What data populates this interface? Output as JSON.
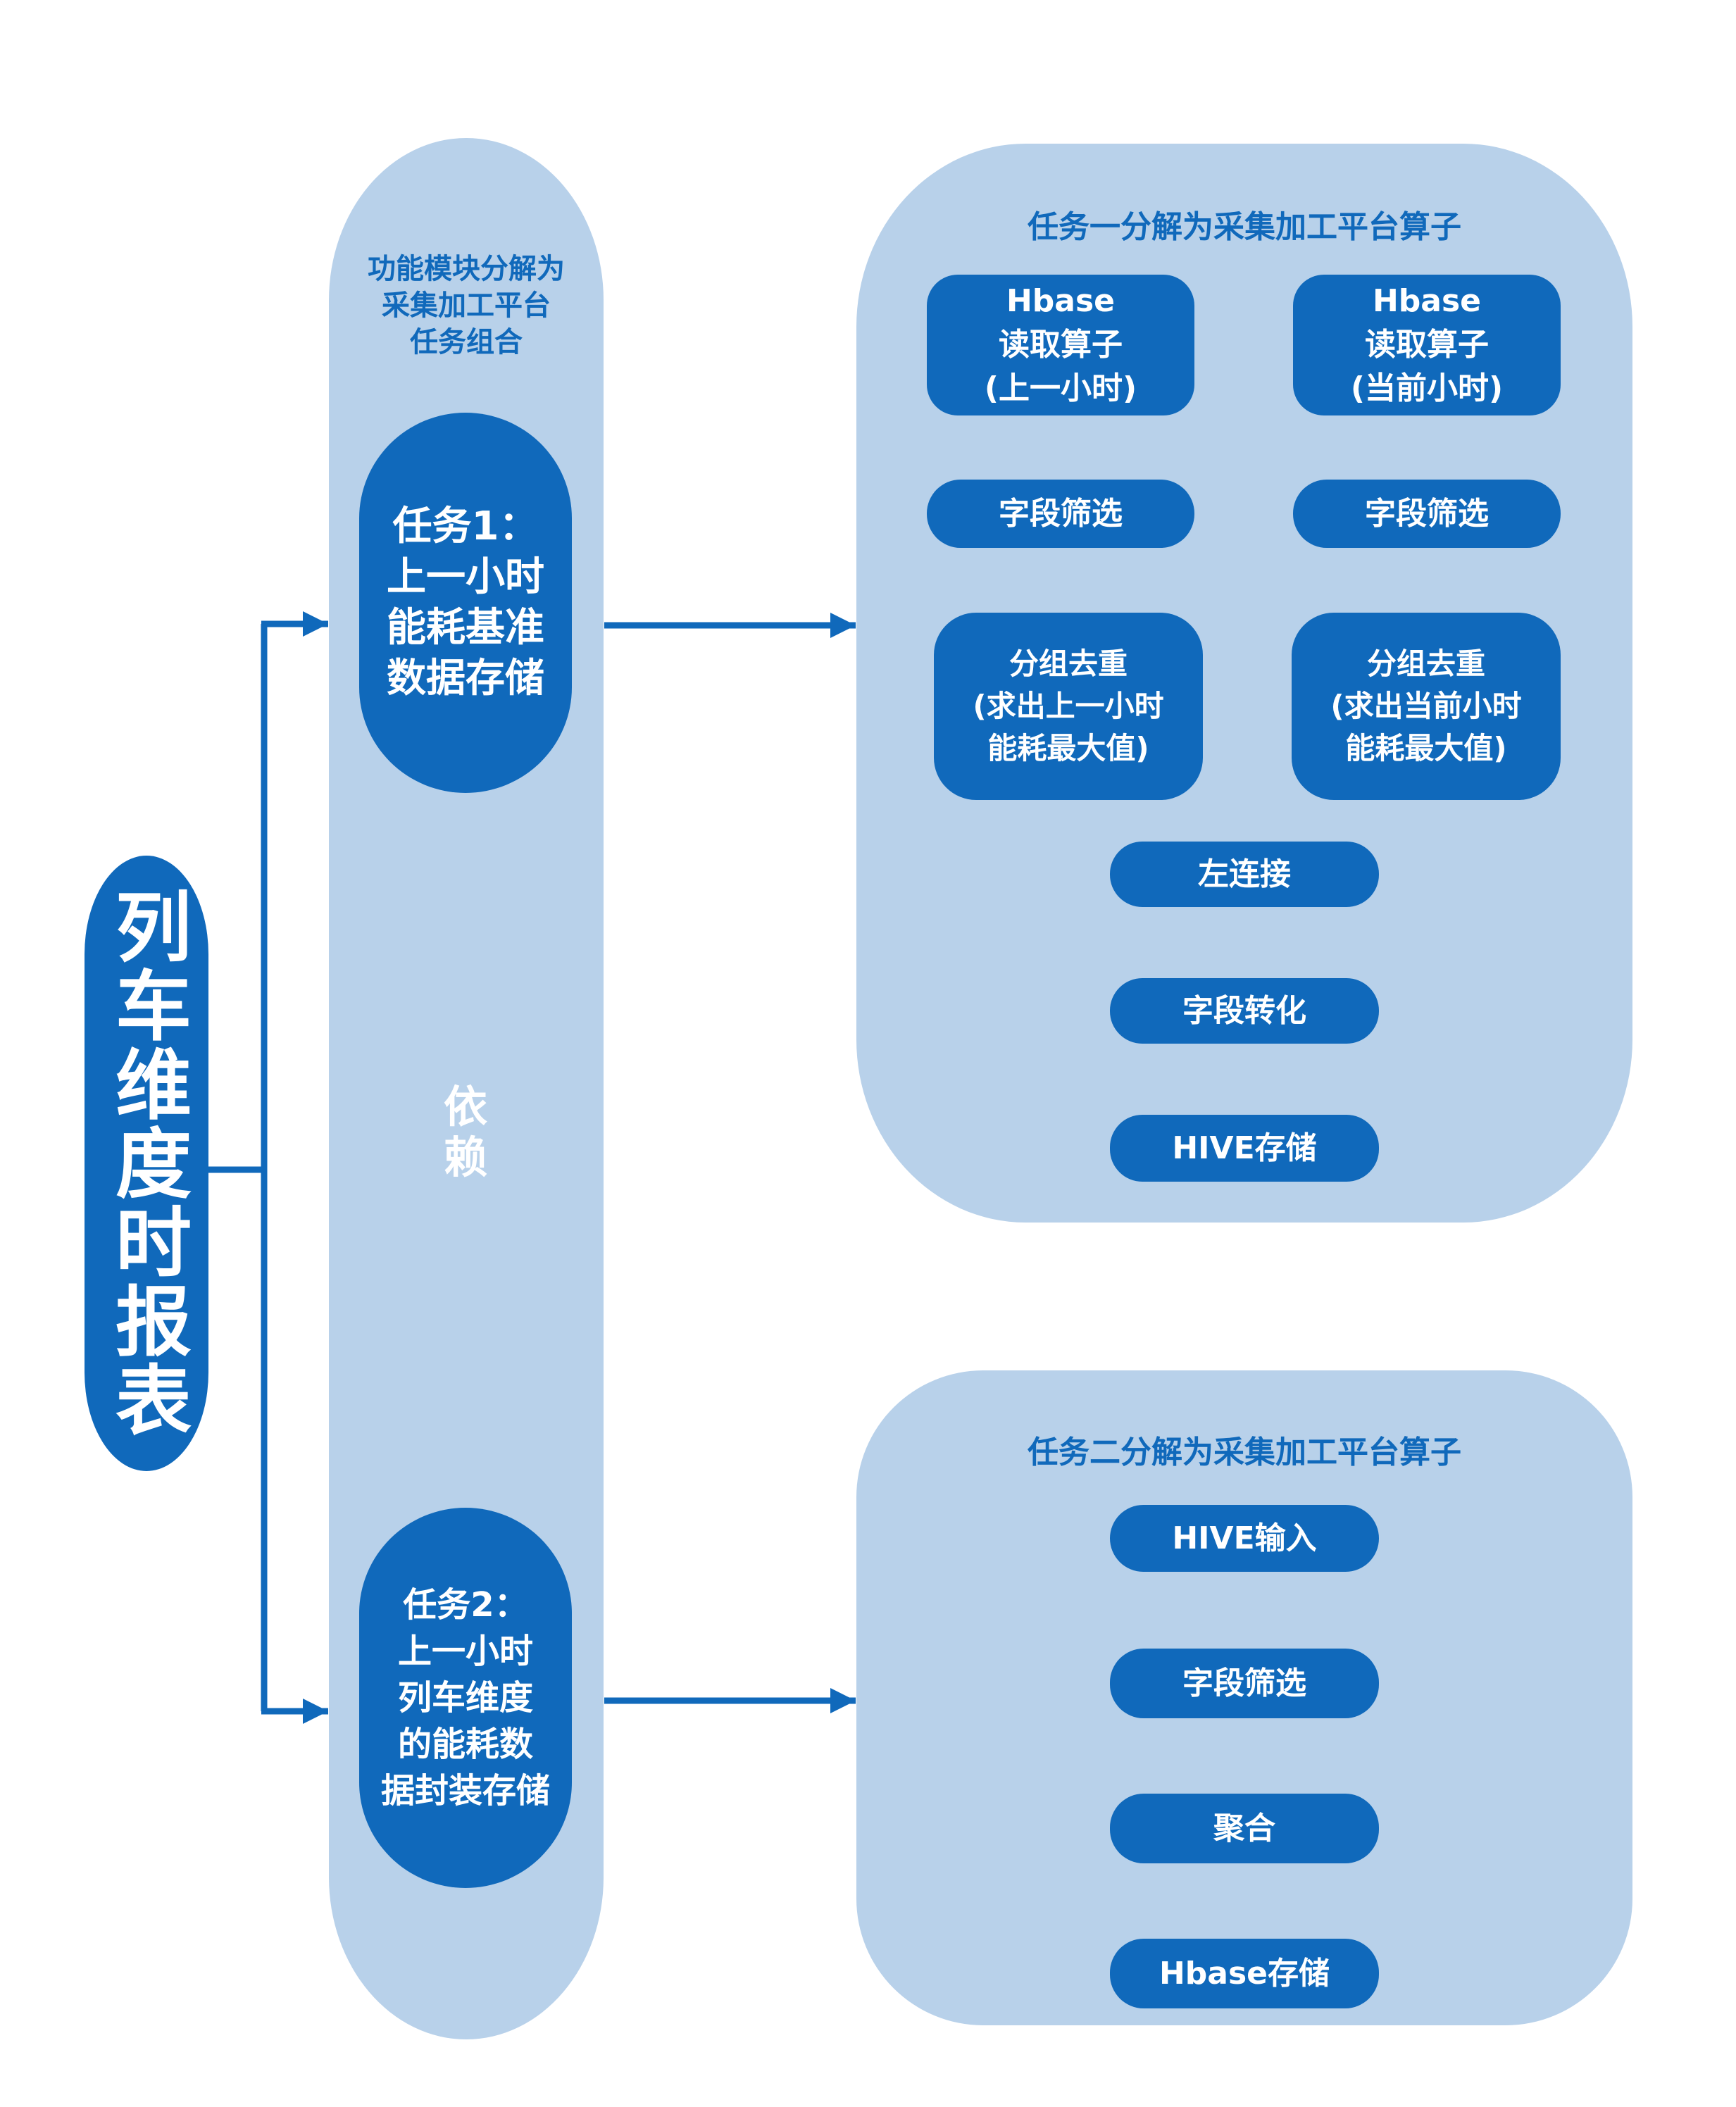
{
  "colors": {
    "dark_blue": "#1069bb",
    "light_blue": "#b8d1ea",
    "background": "#ffffff",
    "text_on_dark": "#ffffff"
  },
  "root": {
    "label": "列车维度时报表"
  },
  "middle_column": {
    "title_lines": [
      "功能模块分解为",
      "采集加工平台",
      "任务组合"
    ],
    "task1_lines": [
      "任务1：",
      "上一小时",
      "能耗基准",
      "数据存储"
    ],
    "dependency_lines": [
      "依",
      "赖"
    ],
    "task2_lines": [
      "任务2：",
      "上一小时",
      "列车维度",
      "的能耗数",
      "据封装存储"
    ]
  },
  "task1_panel": {
    "title": "任务一分解为采集加工平台算子",
    "left_branch": {
      "read": [
        "Hbase",
        "读取算子",
        "(上一小时)"
      ],
      "filter": "字段筛选",
      "group": [
        "分组去重",
        "(求出上一小时",
        "能耗最大值)"
      ]
    },
    "right_branch": {
      "read": [
        "Hbase",
        "读取算子",
        "(当前小时)"
      ],
      "filter": "字段筛选",
      "group": [
        "分组去重",
        "(求出当前小时",
        "能耗最大值)"
      ]
    },
    "join": "左连接",
    "transform": "字段转化",
    "store": "HIVE存储"
  },
  "task2_panel": {
    "title": "任务二分解为采集加工平台算子",
    "steps": [
      "HIVE输入",
      "字段筛选",
      "聚合",
      "Hbase存储"
    ]
  }
}
